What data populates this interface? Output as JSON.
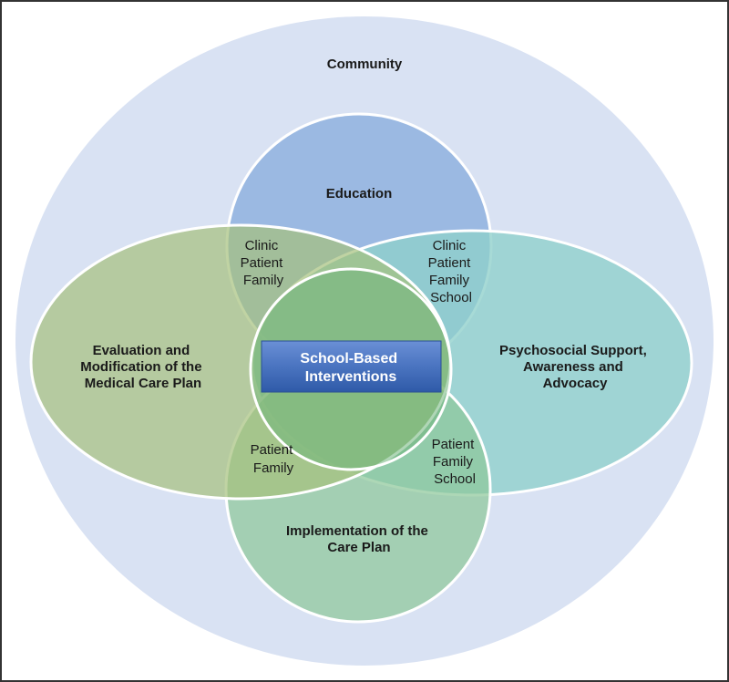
{
  "diagram": {
    "outer": {
      "label": "Community"
    },
    "circles": {
      "education": {
        "label": "Education",
        "color": "#8fb1de"
      },
      "psychosocial": {
        "lines": [
          "Psychosocial Support,",
          "Awareness and",
          "Advocacy"
        ],
        "color": "#8ecfcb"
      },
      "evaluation": {
        "lines": [
          "Evaluation and",
          "Modification of the",
          "Medical Care Plan"
        ],
        "color": "#a5c07c"
      },
      "implementation": {
        "lines": [
          "Implementation of the",
          "Care Plan"
        ],
        "color": "#8dc79a"
      }
    },
    "overlaps": {
      "education_evaluation": [
        "Clinic",
        "Patient",
        "Family"
      ],
      "education_psychosocial": [
        "Clinic",
        "Patient",
        "Family",
        "School"
      ],
      "evaluation_implementation": [
        "Patient",
        "Family"
      ],
      "psychosocial_implementation": [
        "Patient",
        "Family",
        "School"
      ]
    },
    "center": {
      "lines": [
        "School-Based",
        "Interventions"
      ],
      "color": "#4a74c0"
    },
    "colors": {
      "community": "#d9e2f3",
      "border": "#333333"
    }
  }
}
